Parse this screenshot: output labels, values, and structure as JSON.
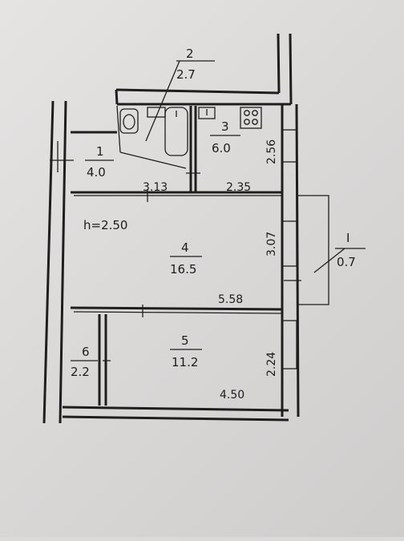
{
  "plan": {
    "ceiling_height": "h=2.50",
    "rooms": [
      {
        "number": "1",
        "area": "4.0"
      },
      {
        "number": "2",
        "area": "2.7"
      },
      {
        "number": "3",
        "area": "6.0"
      },
      {
        "number": "4",
        "area": "16.5"
      },
      {
        "number": "5",
        "area": "11.2"
      },
      {
        "number": "6",
        "area": "2.2"
      },
      {
        "number": "I",
        "area": "0.7"
      }
    ],
    "dimensions": [
      "3.13",
      "2.35",
      "2.56",
      "3.07",
      "5.58",
      "2.24",
      "4.50"
    ]
  }
}
